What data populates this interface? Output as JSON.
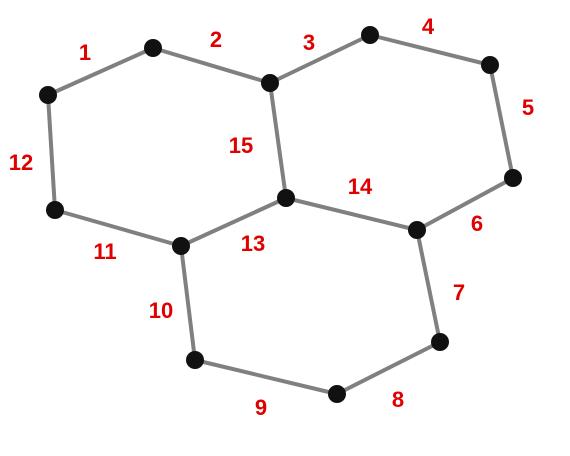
{
  "diagram": {
    "type": "graph",
    "description_visible_text_only": true,
    "colors": {
      "edge": "#808080",
      "node": "#111111",
      "label": "#e00000",
      "background": "#ffffff"
    },
    "nodes": [
      {
        "id": "A"
      },
      {
        "id": "B"
      },
      {
        "id": "C"
      },
      {
        "id": "D"
      },
      {
        "id": "E"
      },
      {
        "id": "F"
      },
      {
        "id": "G"
      },
      {
        "id": "H"
      },
      {
        "id": "I"
      },
      {
        "id": "J"
      },
      {
        "id": "K"
      },
      {
        "id": "L"
      },
      {
        "id": "M"
      },
      {
        "id": "N"
      }
    ],
    "edges": [
      {
        "label": "1",
        "from": "A",
        "to": "B"
      },
      {
        "label": "2",
        "from": "B",
        "to": "C"
      },
      {
        "label": "3",
        "from": "C",
        "to": "D"
      },
      {
        "label": "4",
        "from": "D",
        "to": "E"
      },
      {
        "label": "5",
        "from": "E",
        "to": "F"
      },
      {
        "label": "6",
        "from": "F",
        "to": "G"
      },
      {
        "label": "7",
        "from": "G",
        "to": "H"
      },
      {
        "label": "8",
        "from": "H",
        "to": "I"
      },
      {
        "label": "9",
        "from": "I",
        "to": "J"
      },
      {
        "label": "10",
        "from": "J",
        "to": "K"
      },
      {
        "label": "11",
        "from": "K",
        "to": "L"
      },
      {
        "label": "12",
        "from": "L",
        "to": "A"
      },
      {
        "label": "13",
        "from": "K",
        "to": "M"
      },
      {
        "label": "14",
        "from": "M",
        "to": "G"
      },
      {
        "label": "15",
        "from": "C",
        "to": "M"
      }
    ]
  }
}
